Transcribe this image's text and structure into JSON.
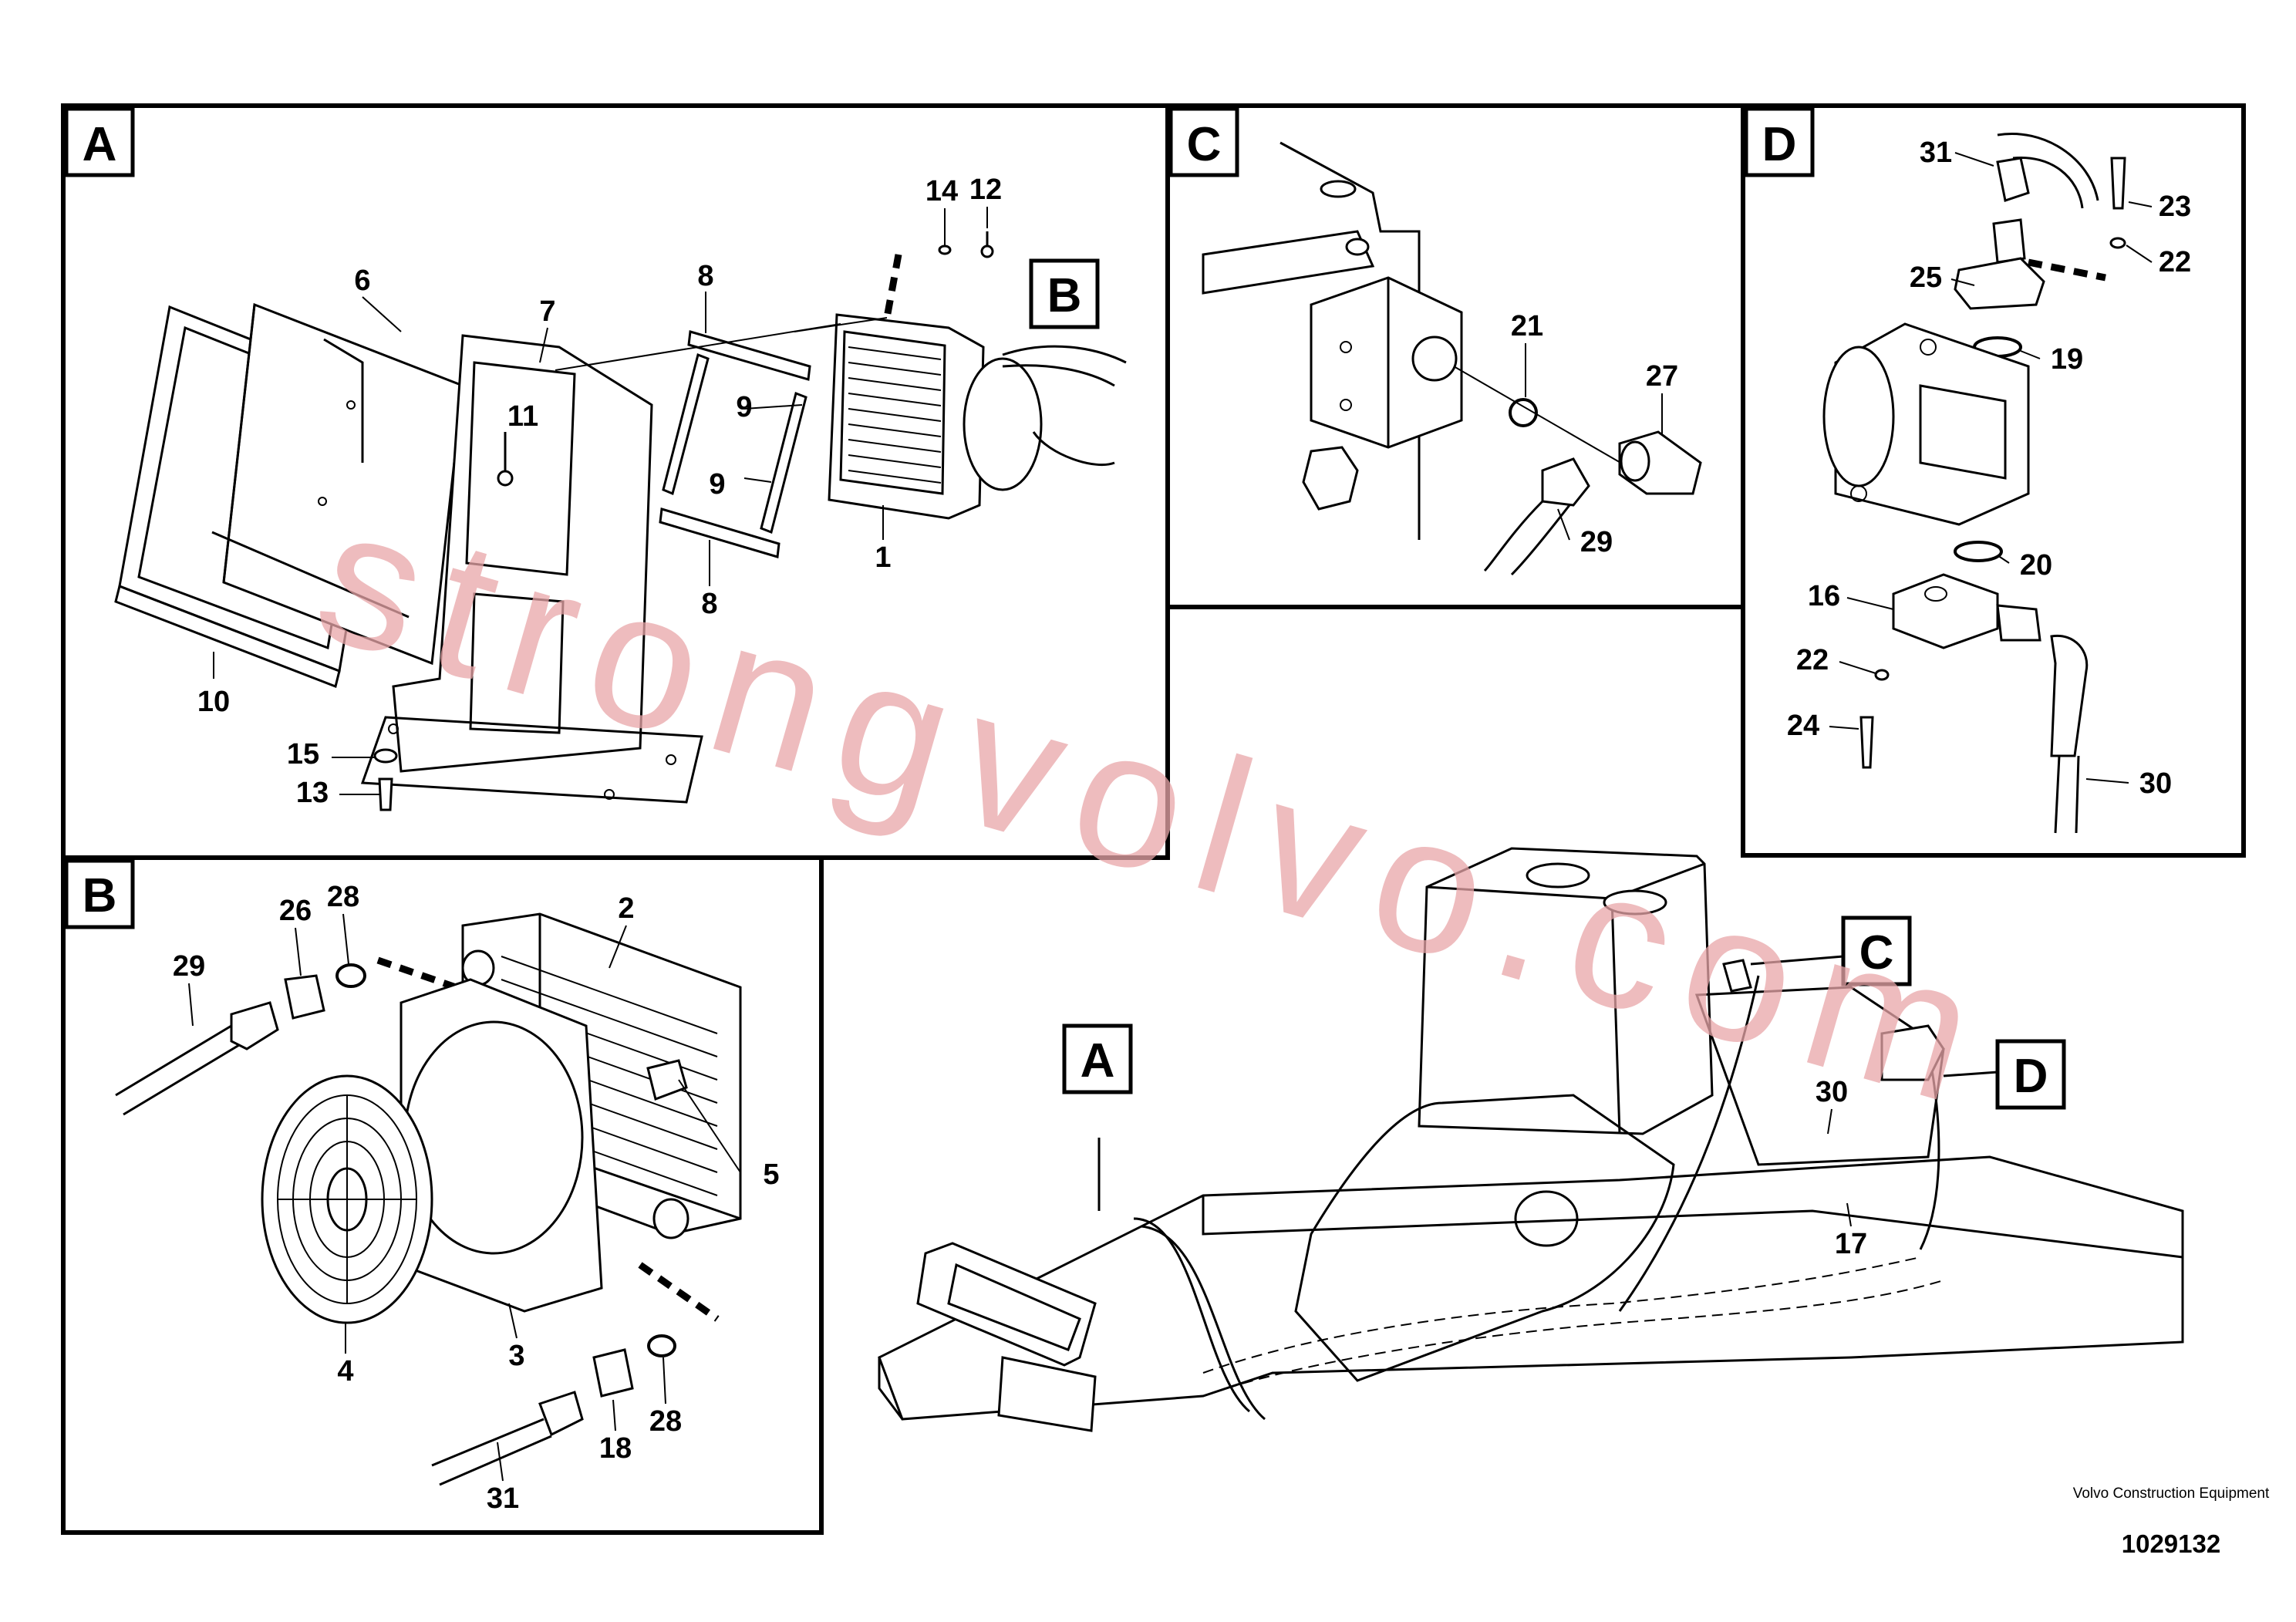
{
  "panels": [
    {
      "id": "A",
      "label": "A"
    },
    {
      "id": "B",
      "label": "B"
    },
    {
      "id": "C",
      "label": "C"
    },
    {
      "id": "D",
      "label": "D"
    }
  ],
  "location_tags": {
    "A": "A",
    "B": "B",
    "C": "C",
    "D": "D"
  },
  "callouts": {
    "A": [
      "14",
      "12",
      "6",
      "7",
      "8",
      "11",
      "9",
      "9",
      "1",
      "8",
      "10",
      "15",
      "13"
    ],
    "B": [
      "26",
      "28",
      "2",
      "29",
      "5",
      "4",
      "3",
      "18",
      "28",
      "31"
    ],
    "C": [
      "21",
      "27",
      "29"
    ],
    "D": [
      "31",
      "23",
      "25",
      "22",
      "19",
      "20",
      "16",
      "22",
      "24",
      "30"
    ],
    "overview": [
      "30",
      "17"
    ]
  },
  "manufacturer": "Volvo Construction Equipment",
  "document_number": "1029132",
  "watermark": "strongvolvo.com"
}
